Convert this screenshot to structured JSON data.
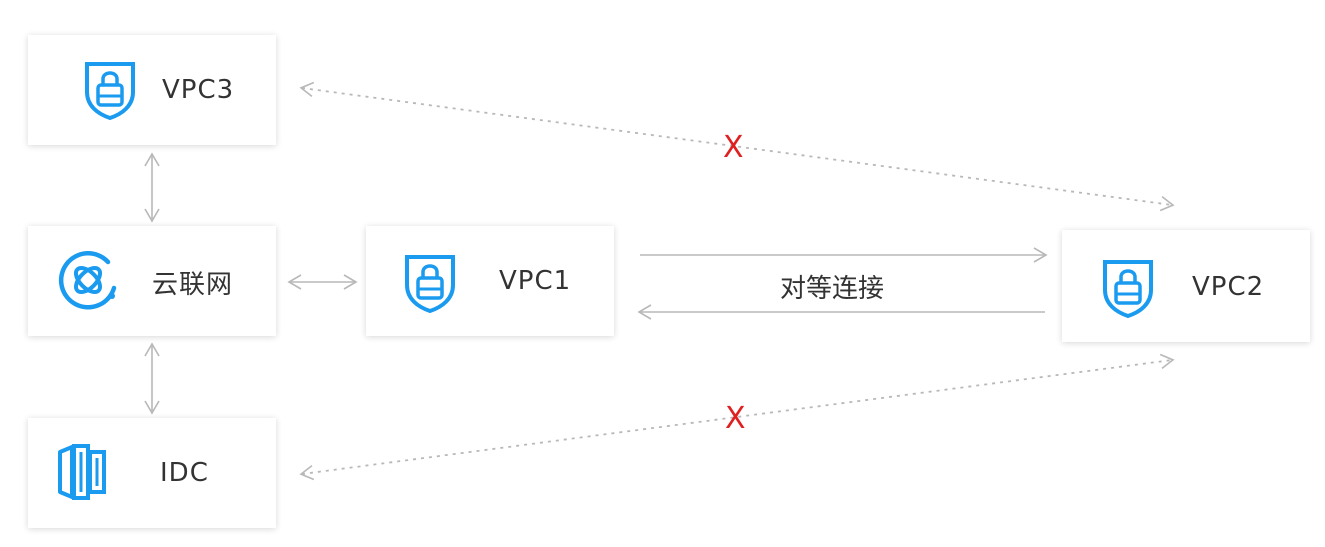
{
  "nodes": {
    "vpc3": {
      "label": "VPC3",
      "icon": "shield-lock-icon"
    },
    "ccn": {
      "label": "云联网",
      "icon": "cloud-connect-network-icon"
    },
    "idc": {
      "label": "IDC",
      "icon": "data-center-icon"
    },
    "vpc1": {
      "label": "VPC1",
      "icon": "shield-lock-icon"
    },
    "vpc2": {
      "label": "VPC2",
      "icon": "shield-lock-icon"
    }
  },
  "edges": {
    "peering_label": "对等连接",
    "blocked_marker": "X"
  },
  "colors": {
    "accent": "#1a9bf0",
    "connector": "#b8b8b8",
    "blocked": "#e02020",
    "text": "#333333"
  }
}
